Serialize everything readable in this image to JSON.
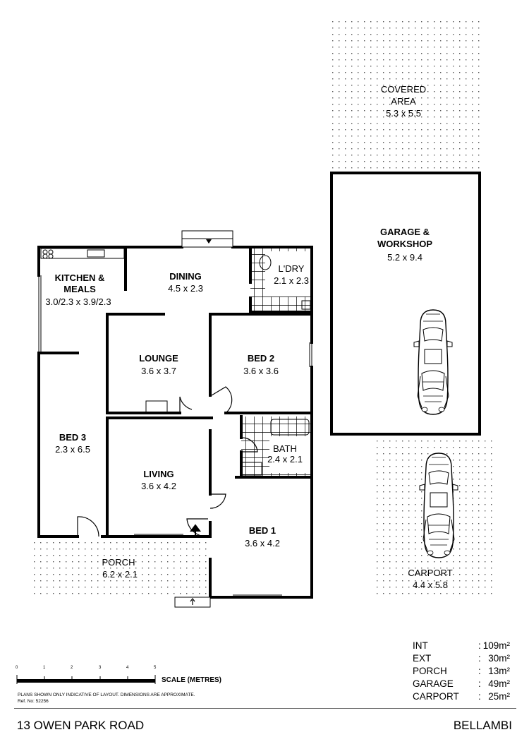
{
  "rooms": {
    "covered": {
      "name": "COVERED",
      "name2": "AREA",
      "dim": "5.3 x 5.5"
    },
    "garage": {
      "name": "GARAGE &",
      "name2": "WORKSHOP",
      "dim": "5.2 x 9.4"
    },
    "kitchen": {
      "name": "KITCHEN &",
      "name2": "MEALS",
      "dim": "3.0/2.3 x 3.9/2.3"
    },
    "dining": {
      "name": "DINING",
      "dim": "4.5 x 2.3"
    },
    "laundry": {
      "name": "L'DRY",
      "dim": "2.1 x 2.3"
    },
    "lounge": {
      "name": "LOUNGE",
      "dim": "3.6 x 3.7"
    },
    "bed2": {
      "name": "BED 2",
      "dim": "3.6 x 3.6"
    },
    "bed3": {
      "name": "BED 3",
      "dim": "2.3 x 6.5"
    },
    "living": {
      "name": "LIVING",
      "dim": "3.6 x 4.2"
    },
    "bath": {
      "name": "BATH",
      "dim": "2.4 x 2.1"
    },
    "bed1": {
      "name": "BED 1",
      "dim": "3.6 x 4.2"
    },
    "porch": {
      "name": "PORCH",
      "dim": "6.2 x 2.1"
    },
    "carport": {
      "name": "CARPORT",
      "dim": "4.4 x 5.8"
    }
  },
  "areas": [
    {
      "label": "INT",
      "sep": ":",
      "value": "109m²"
    },
    {
      "label": "EXT",
      "sep": ":",
      "value": "30m²"
    },
    {
      "label": "PORCH",
      "sep": ":",
      "value": "13m²"
    },
    {
      "label": "GARAGE",
      "sep": ":",
      "value": "49m²"
    },
    {
      "label": "CARPORT",
      "sep": ":",
      "value": "25m²"
    }
  ],
  "scale": {
    "ticks": [
      "0",
      "1",
      "2",
      "3",
      "4",
      "5"
    ],
    "title": "SCALE (METRES)"
  },
  "disclaimer": "PLANS SHOWN ONLY INDICATIVE OF LAYOUT.  DIMENSIONS ARE APPROXIMATE.",
  "ref_no": "Ref. No: 52256",
  "address": "13 OWEN PARK ROAD",
  "suburb": "BELLAMBI"
}
